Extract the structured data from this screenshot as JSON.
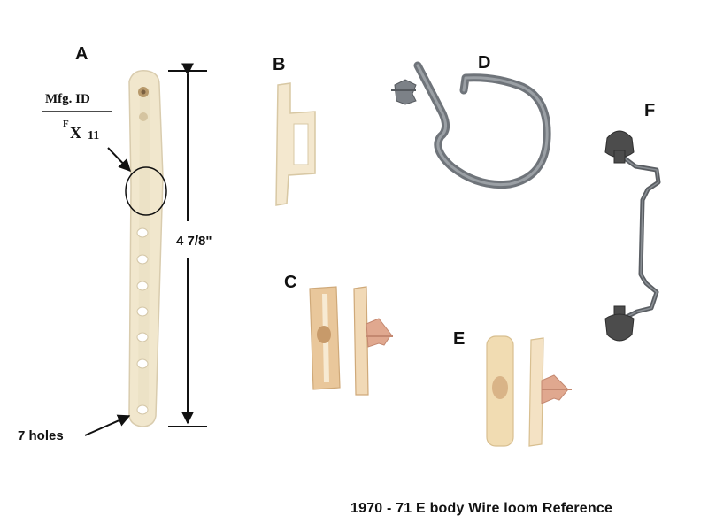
{
  "labels": {
    "part_a": "A",
    "part_b": "B",
    "part_c": "C",
    "part_d": "D",
    "part_e": "E",
    "part_f": "F"
  },
  "annotations": {
    "mfg_id": "Mfg. ID",
    "mfg_code_sup": "F",
    "mfg_code_x": "X",
    "mfg_code_num": "11",
    "length": "4 7/8\"",
    "holes": "7 holes"
  },
  "caption": "1970 - 71 E body Wire loom Reference",
  "colors": {
    "nylon_strap": "#f1e7cd",
    "nylon_amber": "#e9c79b",
    "push_pin_pink": "#e0a88f",
    "metal_clip": "#6f747a",
    "dark_pin": "#4c4c4c",
    "ink": "#111111"
  }
}
